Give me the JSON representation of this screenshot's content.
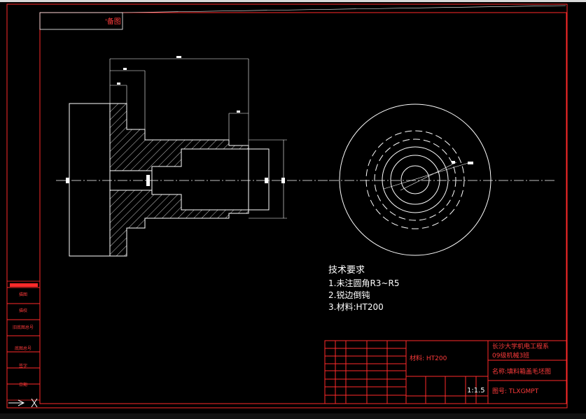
{
  "drawing": {
    "top_label": "'备图",
    "tech_requirements": {
      "title": "技术要求",
      "items": [
        "1.未注圆角R3~R5",
        "2.锐边倒钝",
        "3.材料:HT200"
      ]
    },
    "title_block": {
      "material": "材料: HT200",
      "school": "长沙大学机电工程系",
      "class": "09级机械3班",
      "name": "名称:填料箱盖毛坯图",
      "drawing_no": "图号: TLXGMPT",
      "scale": "1:1.5"
    },
    "left_strip_labels": [
      "描图",
      "描校",
      "旧底图总号",
      "底图总号",
      "签字",
      "日期"
    ]
  },
  "colors": {
    "frame": "#ff2a2a",
    "geometry": "#ffffff",
    "background": "#000000"
  }
}
